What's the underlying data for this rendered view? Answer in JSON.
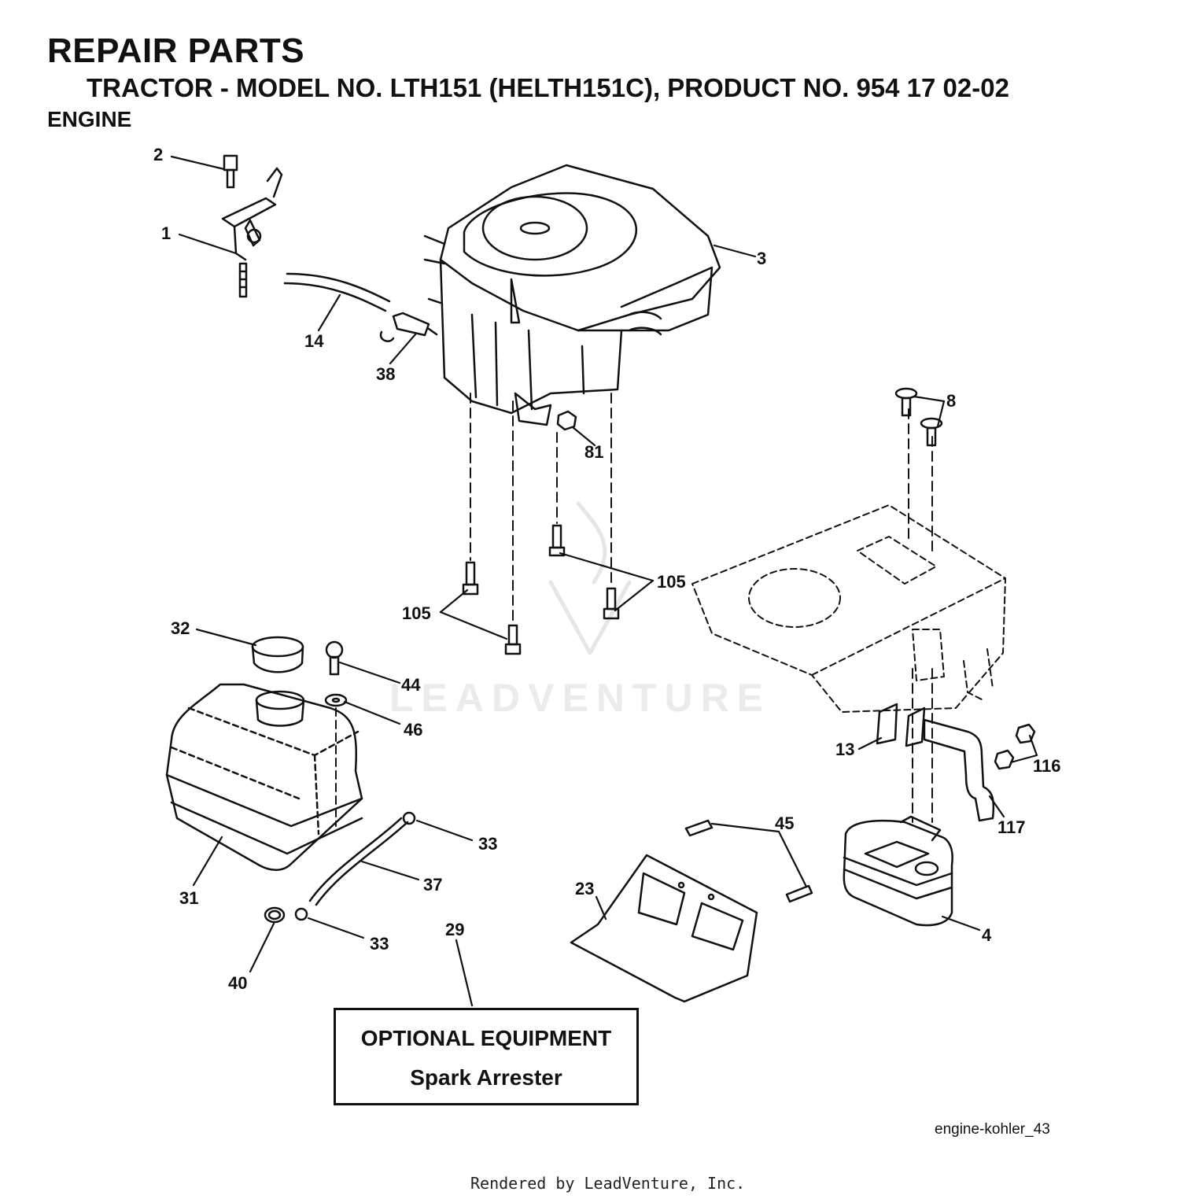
{
  "header": {
    "title": "REPAIR PARTS",
    "subtitle": "TRACTOR - MODEL NO. LTH151 (HELTH151C), PRODUCT NO. 954 17 02-02",
    "section": "ENGINE"
  },
  "callouts": {
    "c1": "1",
    "c2": "2",
    "c3": "3",
    "c4": "4",
    "c8": "8",
    "c13": "13",
    "c14": "14",
    "c23": "23",
    "c29": "29",
    "c31": "31",
    "c32": "32",
    "c33a": "33",
    "c33b": "33",
    "c37": "37",
    "c38": "38",
    "c40": "40",
    "c44": "44",
    "c45": "45",
    "c46": "46",
    "c81": "81",
    "c105a": "105",
    "c105b": "105",
    "c116": "116",
    "c117": "117"
  },
  "watermark": "LEADVENTURE",
  "optional_box": {
    "title": "OPTIONAL EQUIPMENT",
    "item": "Spark Arrester"
  },
  "diagram_ref": "engine-kohler_43",
  "footer": "Rendered by LeadVenture, Inc."
}
